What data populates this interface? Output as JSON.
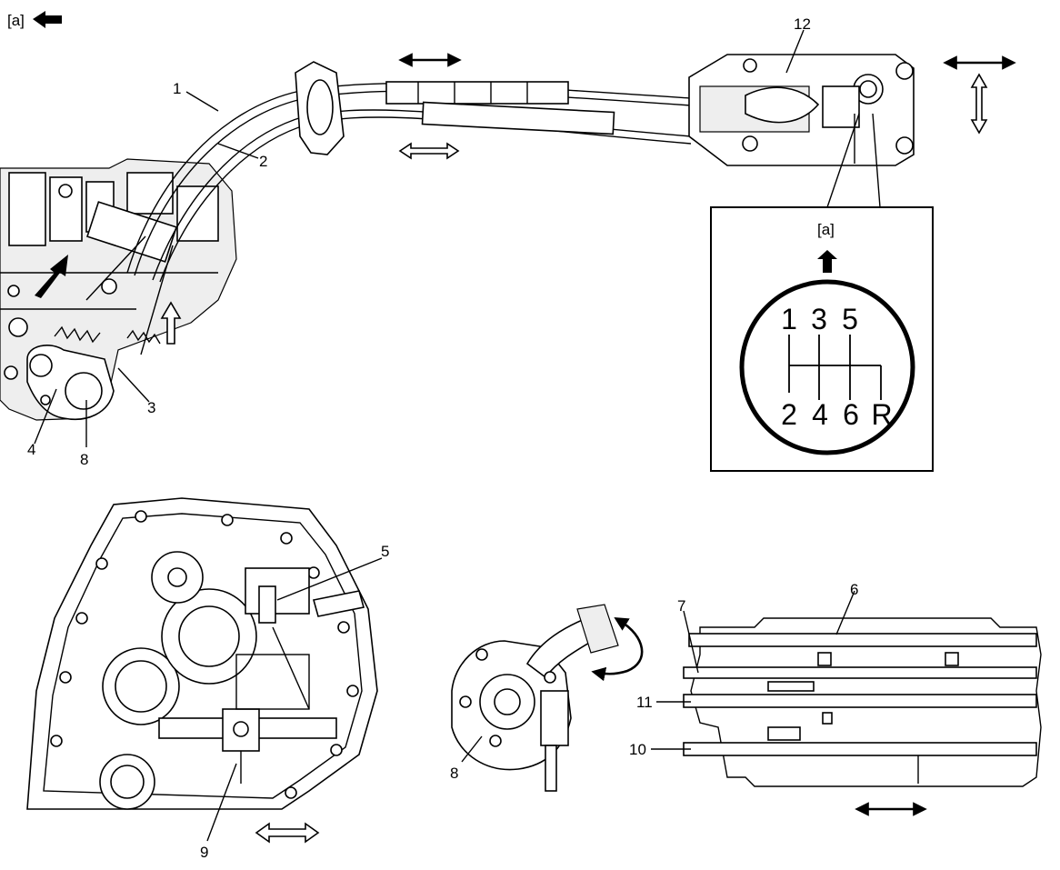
{
  "figure": {
    "view_label": "[a]",
    "inset_label": "[a]",
    "shift_pattern": {
      "top_row": [
        "1",
        "3",
        "5"
      ],
      "bottom_row": [
        "2",
        "4",
        "6",
        "R"
      ]
    },
    "callouts": [
      "1",
      "2",
      "3",
      "4",
      "5",
      "6",
      "7",
      "8",
      "8",
      "9",
      "10",
      "11",
      "12"
    ]
  }
}
